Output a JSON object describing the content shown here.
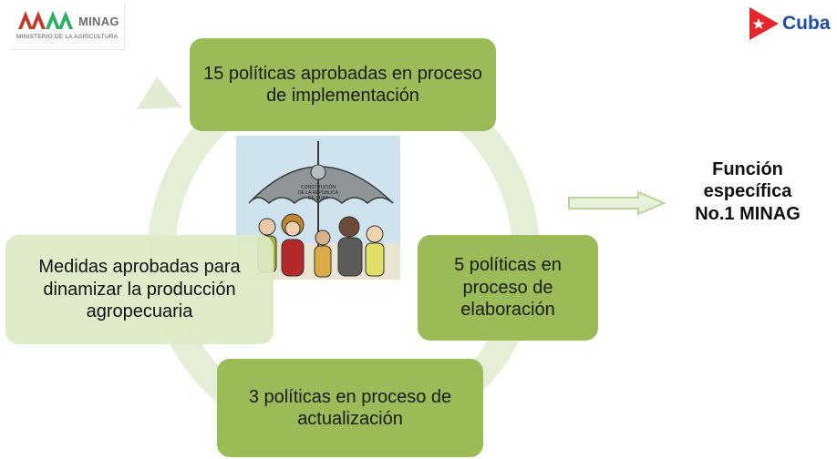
{
  "logos": {
    "minag_name": "MINAG",
    "minag_subtitle": "MINISTERIO DE LA AGRICULTURA",
    "cuba": "Cuba"
  },
  "cycle": {
    "top": "15 políticas aprobadas en proceso de implementación",
    "right": "5 políticas en proceso de elaboración",
    "bottom": "3 políticas en proceso de actualización",
    "left": "Medidas aprobadas para dinamizar la producción agropecuaria"
  },
  "cartoon": {
    "umbrella_text": "CONSTITUCIÓN DE LA REPÚBLICA DE CUBA"
  },
  "outcome": {
    "label": "Función específica No.1 MINAG"
  },
  "colors": {
    "box_dark": "#9bbb59",
    "box_light": "#ddeac4",
    "ring": "#dfe9cf",
    "arrow_outline": "#b9d59a",
    "cuba_blue": "#1f4f9c",
    "cuba_red": "#e4262b"
  }
}
